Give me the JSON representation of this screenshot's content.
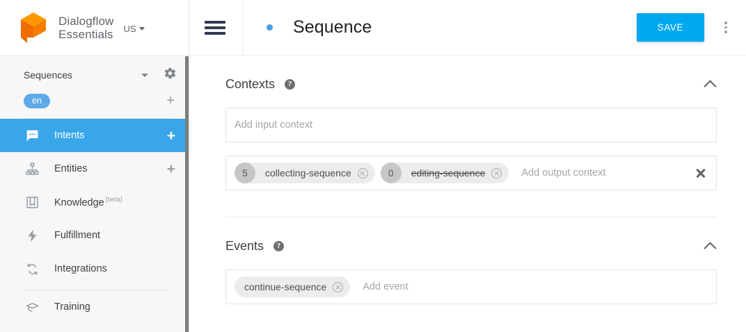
{
  "brand": {
    "name_line1": "Dialogflow",
    "name_line2": "Essentials",
    "region": "US",
    "logo_color": "#f07c00"
  },
  "sidebar": {
    "agent_name": "Sequences",
    "language_badge": "en",
    "add_language_label": "+",
    "items": [
      {
        "label": "Intents",
        "icon": "intents-icon",
        "active": true,
        "action": "+"
      },
      {
        "label": "Entities",
        "icon": "entities-icon",
        "active": false,
        "action": "+"
      },
      {
        "label": "Knowledge",
        "icon": "knowledge-icon",
        "active": false,
        "badge": "[beta]"
      },
      {
        "label": "Fulfillment",
        "icon": "fulfillment-icon",
        "active": false
      },
      {
        "label": "Integrations",
        "icon": "integrations-icon",
        "active": false
      },
      {
        "label": "Training",
        "icon": "training-icon",
        "active": false
      }
    ],
    "active_color": "#39a6ea",
    "badge_color": "#5ea9e8"
  },
  "toolbar": {
    "title": "Sequence",
    "save_label": "SAVE",
    "save_color": "#00a8f0",
    "status_dot_color": "#4a9fe0"
  },
  "contexts": {
    "title": "Contexts",
    "help": "?",
    "input_placeholder": "Add input context",
    "output_placeholder": "Add output context",
    "output_chips": [
      {
        "count": "5",
        "name": "collecting-sequence",
        "expired": false
      },
      {
        "count": "0",
        "name": "editing-sequence",
        "expired": true
      }
    ]
  },
  "events": {
    "title": "Events",
    "help": "?",
    "placeholder": "Add event",
    "chips": [
      {
        "name": "continue-sequence"
      }
    ]
  }
}
